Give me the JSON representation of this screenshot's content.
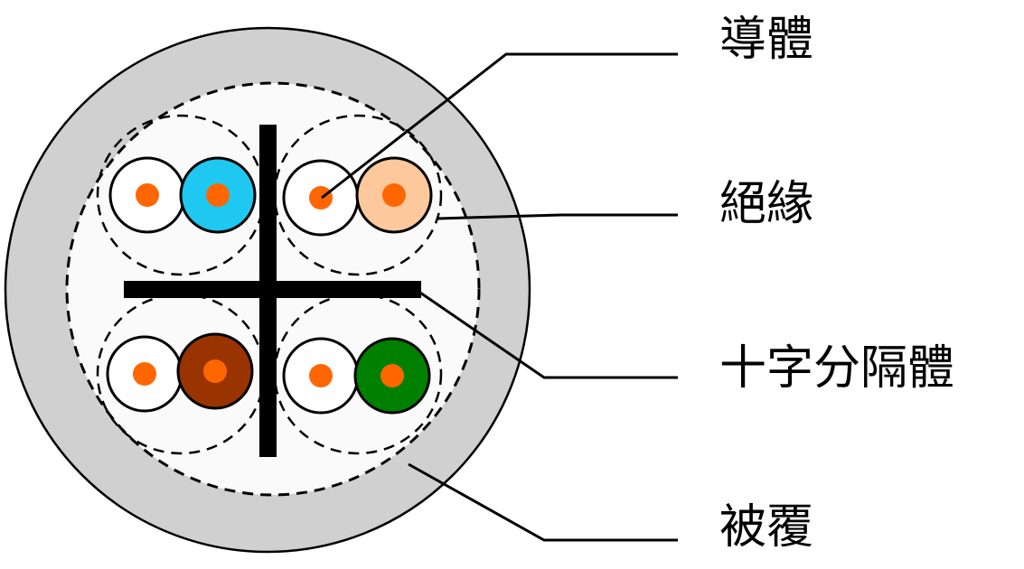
{
  "labels": {
    "conductor": "導體",
    "insulation": "絕緣",
    "cross_separator": "十字分隔體",
    "jacket": "被覆"
  },
  "colors": {
    "jacket": "#d0d0d0",
    "core_fill": "#fafafa",
    "conductor": "#ff6600",
    "outline": "#000000",
    "pairs": {
      "blue": "#1ec8f0",
      "orange": "#fcc89c",
      "brown": "#993300",
      "green": "#008000",
      "white": "#ffffff"
    }
  },
  "pairs": [
    {
      "name": "blue-pair",
      "partner_color": "blue"
    },
    {
      "name": "orange-pair",
      "partner_color": "orange"
    },
    {
      "name": "brown-pair",
      "partner_color": "brown"
    },
    {
      "name": "green-pair",
      "partner_color": "green"
    }
  ]
}
